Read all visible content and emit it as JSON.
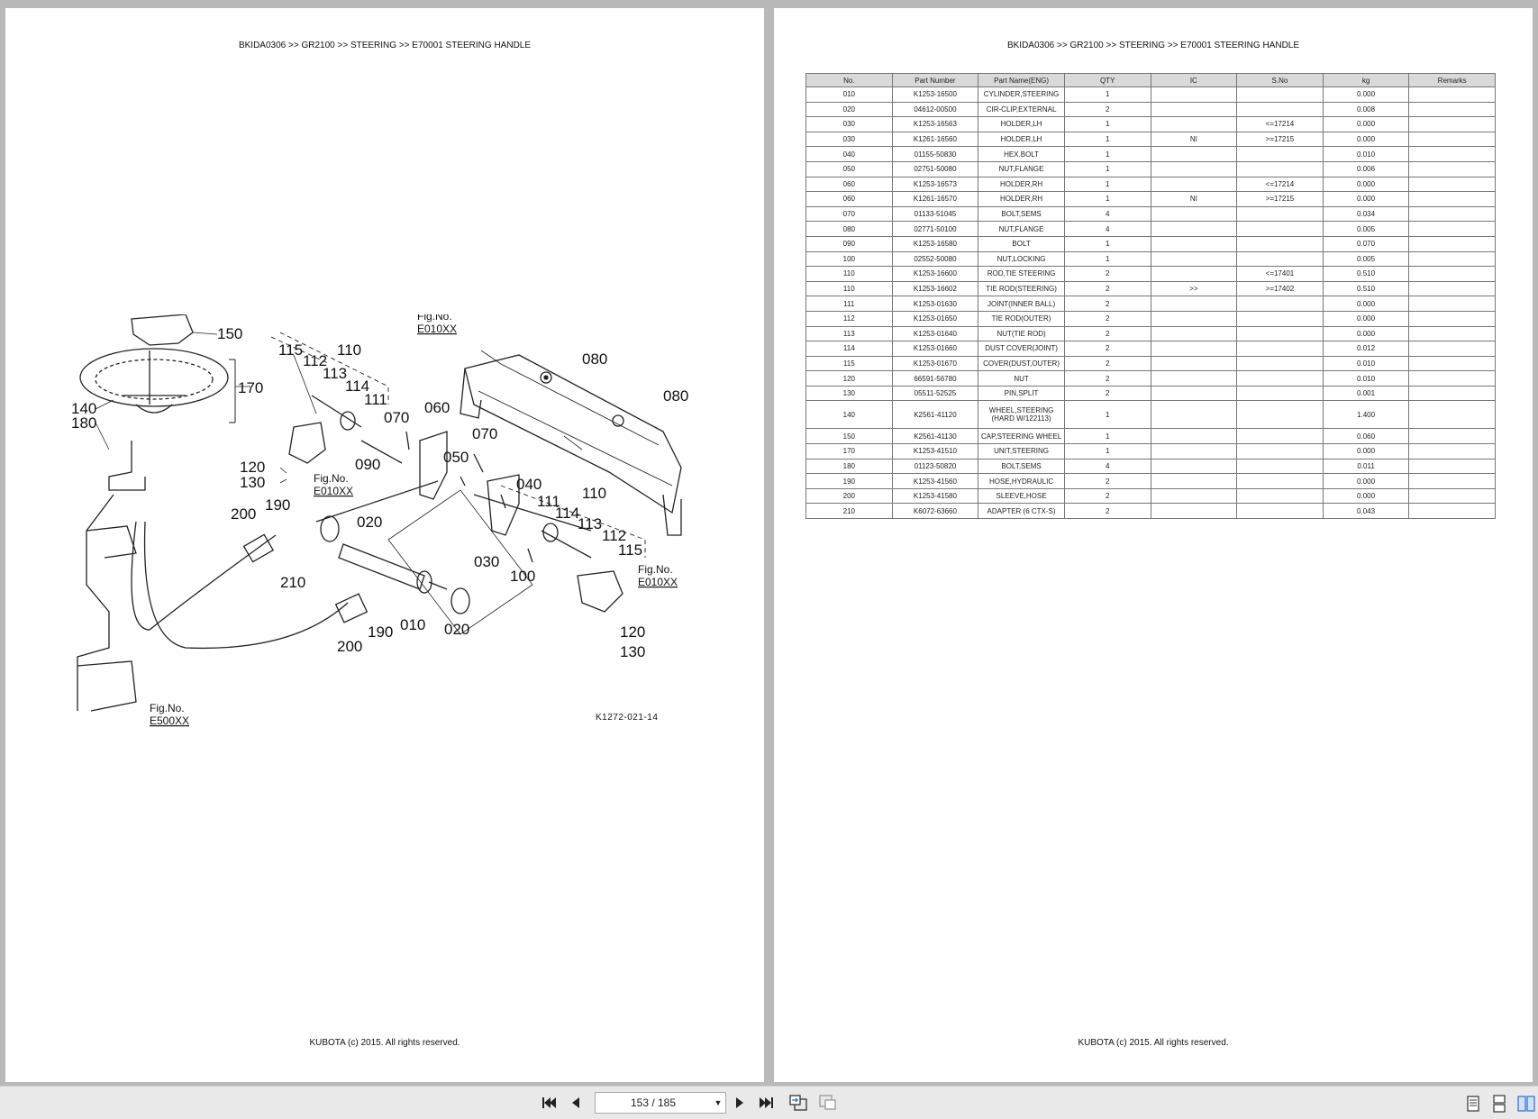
{
  "left_page": {
    "header": "BKIDA0306 >> GR2100 >> STEERING >> E70001   STEERING HANDLE",
    "footer": "KUBOTA (c) 2015. All rights reserved.",
    "diagram": {
      "callouts": [
        "150",
        "170",
        "140",
        "180",
        "120",
        "130",
        "115",
        "112",
        "110",
        "113",
        "114",
        "111",
        "070",
        "090",
        "060",
        "070",
        "050",
        "080",
        "080",
        "040",
        "111",
        "110",
        "114",
        "113",
        "112",
        "115",
        "200",
        "190",
        "020",
        "210",
        "030",
        "100",
        "190",
        "010",
        "020",
        "200",
        "120",
        "130"
      ],
      "fig_refs": [
        {
          "prefix": "Fig.No.",
          "code": "E010XX"
        },
        {
          "prefix": "Fig.No.",
          "code": "E010XX"
        },
        {
          "prefix": "Fig.No.",
          "code": "E010XX"
        },
        {
          "prefix": "Fig.No.",
          "code": "E500XX"
        }
      ],
      "drawing_number": "K1272-021-14"
    }
  },
  "right_page": {
    "header": "BKIDA0306 >> GR2100 >> STEERING >> E70001   STEERING HANDLE",
    "footer": "KUBOTA (c) 2015. All rights reserved.",
    "table": {
      "columns": [
        "No.",
        "Part Number",
        "Part Name(ENG)",
        "QTY",
        "IC",
        "S.No",
        "kg",
        "Remarks"
      ],
      "rows": [
        [
          "010",
          "K1253-16500",
          "CYLINDER,STEERING",
          "1",
          "",
          "",
          "0.000",
          ""
        ],
        [
          "020",
          "04612-00500",
          "CIR-CLIP,EXTERNAL",
          "2",
          "",
          "",
          "0.008",
          ""
        ],
        [
          "030",
          "K1253-16563",
          "HOLDER,LH",
          "1",
          "",
          "<=17214",
          "0.000",
          ""
        ],
        [
          "030",
          "K1261-16560",
          "HOLDER,LH",
          "1",
          "NI",
          ">=17215",
          "0.000",
          ""
        ],
        [
          "040",
          "01155-50830",
          "HEX.BOLT",
          "1",
          "",
          "",
          "0.010",
          ""
        ],
        [
          "050",
          "02751-50080",
          "NUT,FLANGE",
          "1",
          "",
          "",
          "0.006",
          ""
        ],
        [
          "060",
          "K1253-16573",
          "HOLDER,RH",
          "1",
          "",
          "<=17214",
          "0.000",
          ""
        ],
        [
          "060",
          "K1261-16570",
          "HOLDER,RH",
          "1",
          "NI",
          ">=17215",
          "0.000",
          ""
        ],
        [
          "070",
          "01133-51045",
          "BOLT,SEMS",
          "4",
          "",
          "",
          "0.034",
          ""
        ],
        [
          "080",
          "02771-50100",
          "NUT,FLANGE",
          "4",
          "",
          "",
          "0.005",
          ""
        ],
        [
          "090",
          "K1253-16580",
          "BOLT",
          "1",
          "",
          "",
          "0.070",
          ""
        ],
        [
          "100",
          "02552-50080",
          "NUT,LOCKING",
          "1",
          "",
          "",
          "0.005",
          ""
        ],
        [
          "110",
          "K1253-16600",
          "ROD,TIE STEERING",
          "2",
          "",
          "<=17401",
          "0.510",
          ""
        ],
        [
          "110",
          "K1253-16602",
          "TIE ROD(STEERING)",
          "2",
          ">>",
          ">=17402",
          "0.510",
          ""
        ],
        [
          "111",
          "K1253-01630",
          "JOINT(INNER BALL)",
          "2",
          "",
          "",
          "0.000",
          ""
        ],
        [
          "112",
          "K1253-01650",
          "TIE ROD(OUTER)",
          "2",
          "",
          "",
          "0.000",
          ""
        ],
        [
          "113",
          "K1253-01640",
          "NUT(TIE ROD)",
          "2",
          "",
          "",
          "0.000",
          ""
        ],
        [
          "114",
          "K1253-01660",
          "DUST COVER(JOINT)",
          "2",
          "",
          "",
          "0.012",
          ""
        ],
        [
          "115",
          "K1253-01670",
          "COVER(DUST,OUTER)",
          "2",
          "",
          "",
          "0.010",
          ""
        ],
        [
          "120",
          "66591-56780",
          "NUT",
          "2",
          "",
          "",
          "0.010",
          ""
        ],
        [
          "130",
          "05511-52525",
          "PIN,SPLIT",
          "2",
          "",
          "",
          "0.001",
          ""
        ],
        [
          "140",
          "K2561-41120",
          "WHEEL,STEERING (HARD W/122113)",
          "1",
          "",
          "",
          "1.400",
          ""
        ],
        [
          "150",
          "K2561-41130",
          "CAP,STEERING WHEEL",
          "1",
          "",
          "",
          "0.060",
          ""
        ],
        [
          "170",
          "K1253-41510",
          "UNIT,STEERING",
          "1",
          "",
          "",
          "0.000",
          ""
        ],
        [
          "180",
          "01123-50820",
          "BOLT,SEMS",
          "4",
          "",
          "",
          "0.011",
          ""
        ],
        [
          "190",
          "K1253-41560",
          "HOSE,HYDRAULIC",
          "2",
          "",
          "",
          "0.000",
          ""
        ],
        [
          "200",
          "K1253-41580",
          "SLEEVE,HOSE",
          "2",
          "",
          "",
          "0.000",
          ""
        ],
        [
          "210",
          "K6072-63660",
          "ADAPTER (6 CTX-S)",
          "2",
          "",
          "",
          "0.043",
          ""
        ]
      ]
    }
  },
  "toolbar": {
    "page_indicator": "153 / 185",
    "icons": [
      "first-page-icon",
      "prev-page-icon",
      "dropdown-caret-icon",
      "next-page-icon",
      "last-page-icon",
      "go-back-icon",
      "go-forward-icon",
      "single-page-view-icon",
      "continuous-view-icon",
      "two-page-view-icon"
    ]
  }
}
